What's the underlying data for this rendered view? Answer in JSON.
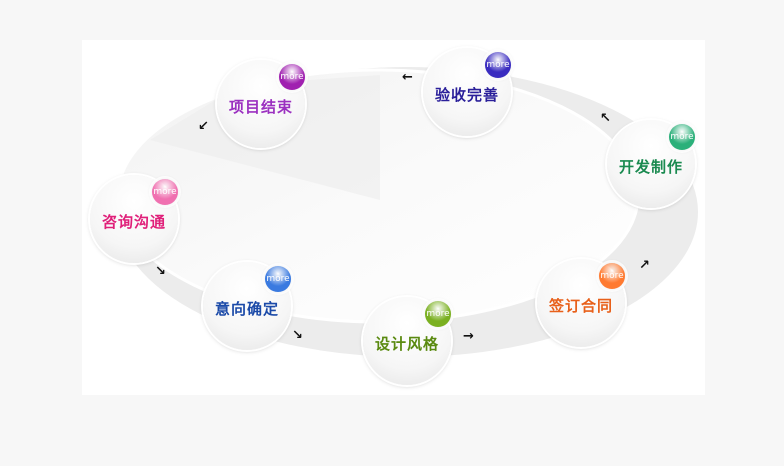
{
  "badge_label": "more",
  "steps": [
    {
      "label": "咨询沟通",
      "color": "#e0207a",
      "badge_color": "#f070b0"
    },
    {
      "label": "意向确定",
      "color": "#1b4aa8",
      "badge_color": "#3a7ae0"
    },
    {
      "label": "设计风格",
      "color": "#5a8a10",
      "badge_color": "#7ab020"
    },
    {
      "label": "签订合同",
      "color": "#e8601a",
      "badge_color": "#ff7a30"
    },
    {
      "label": "开发制作",
      "color": "#1a8a50",
      "badge_color": "#2bb07a"
    },
    {
      "label": "验收完善",
      "color": "#2a1f9a",
      "badge_color": "#3a2cc0"
    },
    {
      "label": "项目结束",
      "color": "#9b30c0",
      "badge_color": "#a020b0"
    }
  ]
}
